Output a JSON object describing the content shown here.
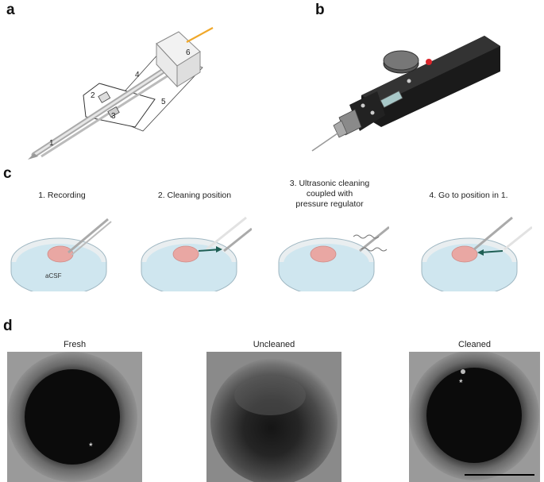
{
  "panels": {
    "a": {
      "letter": "a",
      "callouts": [
        "1",
        "2",
        "3",
        "4",
        "5",
        "6"
      ]
    },
    "b": {
      "letter": "b"
    },
    "c": {
      "letter": "c",
      "steps": [
        {
          "label": "1. Recording"
        },
        {
          "label": "2. Cleaning position"
        },
        {
          "label_lines": [
            "3. Ultrasonic cleaning",
            "coupled with",
            "pressure regulator"
          ]
        },
        {
          "label": "4. Go to position in 1."
        }
      ],
      "medium_label": "aCSF"
    },
    "d": {
      "letter": "d",
      "images": [
        {
          "title": "Fresh",
          "marker": "*"
        },
        {
          "title": "Uncleaned"
        },
        {
          "title": "Cleaned",
          "marker": "*"
        }
      ]
    }
  },
  "colors": {
    "dish_liquid": "#cfe6ef",
    "dish_rim": "#9fb7c2",
    "brain_slice": "#e9a7a3",
    "arrow": "#1f5f55",
    "device_body": "#1a1a1a",
    "pipette_wire": "#f0a82a"
  }
}
